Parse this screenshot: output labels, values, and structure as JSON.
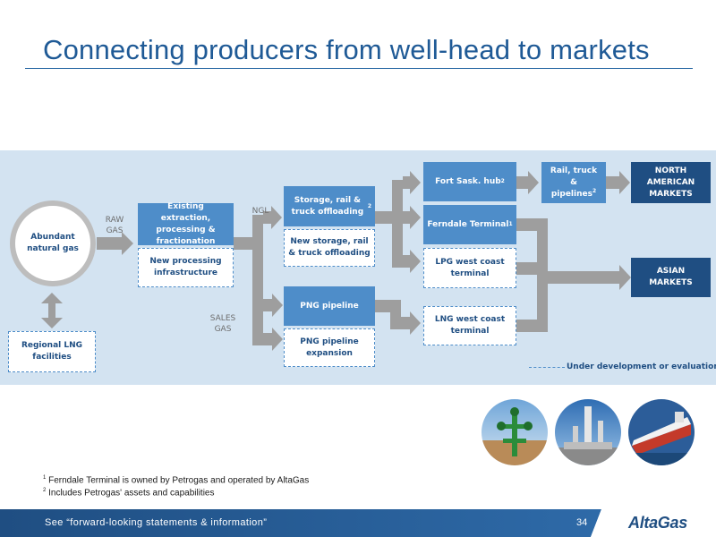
{
  "header": {
    "title": "Connecting producers from well-head to markets"
  },
  "diagram": {
    "source": {
      "label": "Abundant natural gas"
    },
    "regional": {
      "label": "Regional LNG facilities"
    },
    "flow_labels": {
      "raw_gas": "RAW GAS",
      "ngl": "NGL",
      "sales_gas": "SALES GAS"
    },
    "boxes": {
      "existing_extraction": "Existing extraction, processing & fractionation",
      "new_processing": "New processing infrastructure",
      "storage": "Storage, rail & truck offloading",
      "new_storage": "New storage, rail & truck offloading",
      "png_pipeline": "PNG pipeline",
      "png_expansion": "PNG pipeline expansion",
      "fort_sask": "Fort Sask. hub",
      "ferndale": "Ferndale Terminal",
      "lpg_terminal": "LPG west coast terminal",
      "lng_terminal": "LNG west coast terminal",
      "rail_truck": "Rail, truck & pipelines"
    },
    "markers": {
      "note1": "1",
      "note2": "2"
    },
    "markets": {
      "north_american": "NORTH AMERICAN MARKETS",
      "asian": "ASIAN MARKETS"
    },
    "legend": {
      "label": "Under development or evaluation"
    },
    "colors": {
      "band": "#d3e3f1",
      "arrow": "#9e9e9e",
      "box_light": "#4e8dc9",
      "box_dark": "#1f4e82",
      "title": "#1f5a96"
    }
  },
  "photos": [
    {
      "icon": "wellhead-photo-icon"
    },
    {
      "icon": "processing-plant-photo-icon"
    },
    {
      "icon": "lng-tanker-photo-icon"
    }
  ],
  "footnotes": {
    "note1_marker": "1",
    "note1_text": "Ferndale Terminal is owned by Petrogas and operated by AltaGas",
    "note2_marker": "2",
    "note2_text": "Includes Petrogas' assets and capabilities"
  },
  "footer": {
    "disclaimer": "See “forward-looking statements & information”",
    "page_number": "34",
    "logo_text": "AltaGas"
  }
}
